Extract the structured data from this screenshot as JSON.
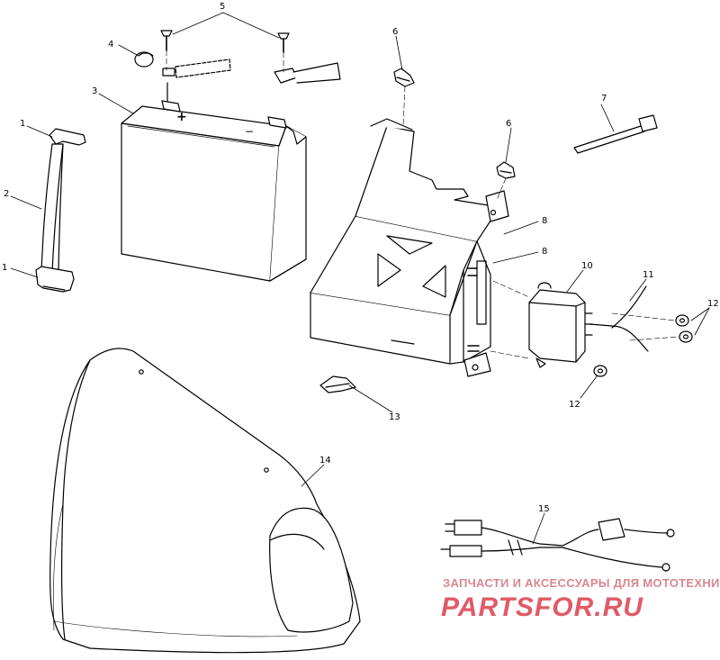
{
  "callouts": {
    "c1a": "1",
    "c1b": "1",
    "c2": "2",
    "c3": "3",
    "c4": "4",
    "c5": "5",
    "c6a": "6",
    "c6b": "6",
    "c7": "7",
    "c8a": "8",
    "c8b": "8",
    "c10": "10",
    "c11": "11",
    "c12a": "12",
    "c12b": "12",
    "c13": "13",
    "c14": "14",
    "c15": "15"
  },
  "battery": {
    "plus": "+",
    "minus": "−"
  },
  "watermark": {
    "tagline": "ЗАПЧАСТИ И АКСЕССУАРЫ ДЛЯ МОТОТЕХНИКИ",
    "brand": "PARTSFOR.RU",
    "color": "#e05a68"
  }
}
